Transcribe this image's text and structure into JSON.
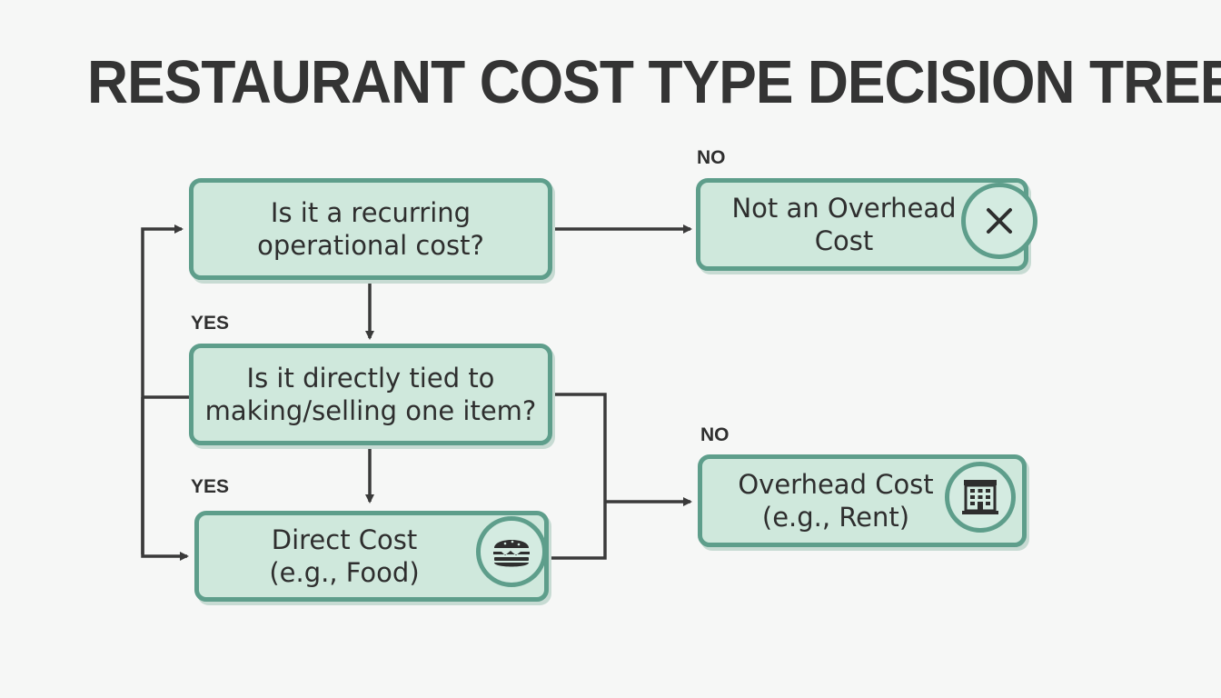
{
  "title": "RESTAURANT COST TYPE DECISION TREE",
  "colors": {
    "node_fill": "#cfe8dc",
    "node_border": "#5e9e8b",
    "arrow": "#3a3a3a",
    "text": "#2e2e2e"
  },
  "nodes": {
    "q1": {
      "line1": "Is it a recurring",
      "line2": "operational cost?"
    },
    "q2": {
      "line1": "Is it directly tied to",
      "line2": "making/selling one item?"
    },
    "direct": {
      "line1": "Direct Cost",
      "line2": "(e.g., Food)",
      "icon": "burger-icon"
    },
    "not_overhead": {
      "line1": "Not an Overhead",
      "line2": "Cost",
      "icon": "close-x-icon"
    },
    "overhead": {
      "line1": "Overhead Cost",
      "line2": "(e.g., Rent)",
      "icon": "building-icon"
    }
  },
  "edge_labels": {
    "q1_no": "NO",
    "q1_yes": "YES",
    "q2_yes": "YES",
    "q2_no": "NO"
  }
}
